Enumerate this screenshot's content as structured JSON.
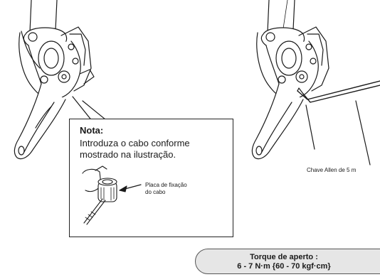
{
  "note": {
    "title": "Nota:",
    "line1": "Introduza o cabo conforme",
    "line2": "mostrado na ilustração."
  },
  "callouts": {
    "plate_line1": "Placa de fixação",
    "plate_line2": "do cabo",
    "allen_key": "Chave Allen de 5 m"
  },
  "torque": {
    "label": "Torque de aperto :",
    "value": "6 - 7 N·m {60 - 70 kgf·cm}"
  }
}
